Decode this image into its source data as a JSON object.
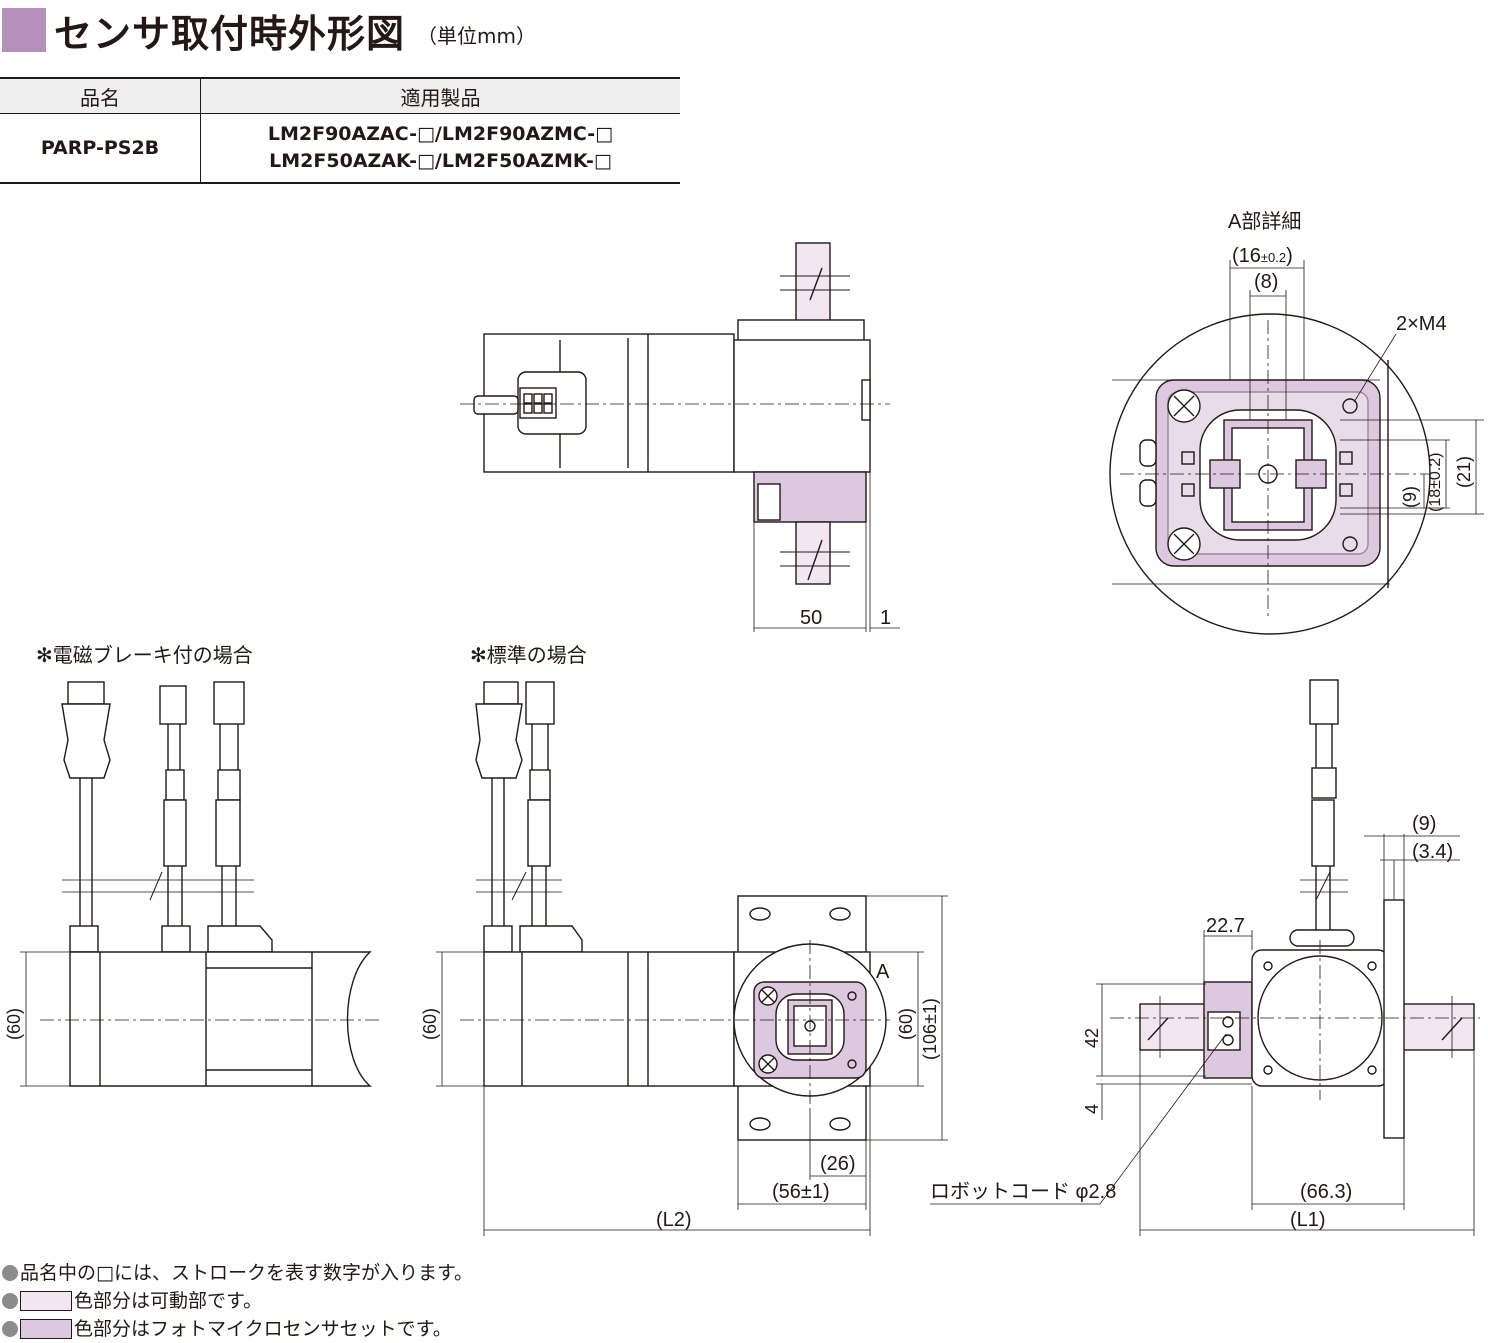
{
  "header": {
    "title": "センサ取付時外形図",
    "unit": "（単位mm）"
  },
  "table": {
    "headers": [
      "品名",
      "適用製品"
    ],
    "product_name": "PARP-PS2B",
    "products_line1": "LM2F90AZAC-□/LM2F90AZMC-□",
    "products_line2": "LM2F50AZAK-□/LM2F50AZMK-□"
  },
  "drawing": {
    "detail_title": "A部詳細",
    "dim_16": "(16",
    "dim_16_tol": "±0.2",
    "dim_16_close": ")",
    "dim_8": "(8)",
    "label_2xm4": "2×M4",
    "dim_9_detail": "(9)",
    "dim_18": "(18±0.2)",
    "dim_21": "(21)",
    "dim_50": "50",
    "dim_1": "1",
    "caption_brake": "✻電磁ブレーキ付の場合",
    "caption_standard": "✻標準の場合",
    "dim_60_a": "(60)",
    "dim_60_b": "(60)",
    "dim_60_c": "(60)",
    "dim_106": "(106±1)",
    "label_a": "A",
    "dim_26": "(26)",
    "dim_56": "(56±1)",
    "dim_l2": "(L2)",
    "dim_9_side": "(9)",
    "dim_3_4": "(3.4)",
    "dim_22_7": "22.7",
    "dim_42": "42",
    "dim_4": "4",
    "label_cord": "ロボットコード φ2.8",
    "dim_66_3": "(66.3)",
    "dim_l1": "(L1)"
  },
  "notes": {
    "note1": "品名中の□には、ストロークを表す数字が入ります。",
    "note2": "色部分は可動部です。",
    "note3": "色部分はフォトマイクロセンサセットです。"
  },
  "colors": {
    "accent": "#b48fba",
    "movable_part": "#f1e6f1",
    "sensor_set": "#ddc9df",
    "note_dot": "#8c8c8c"
  }
}
